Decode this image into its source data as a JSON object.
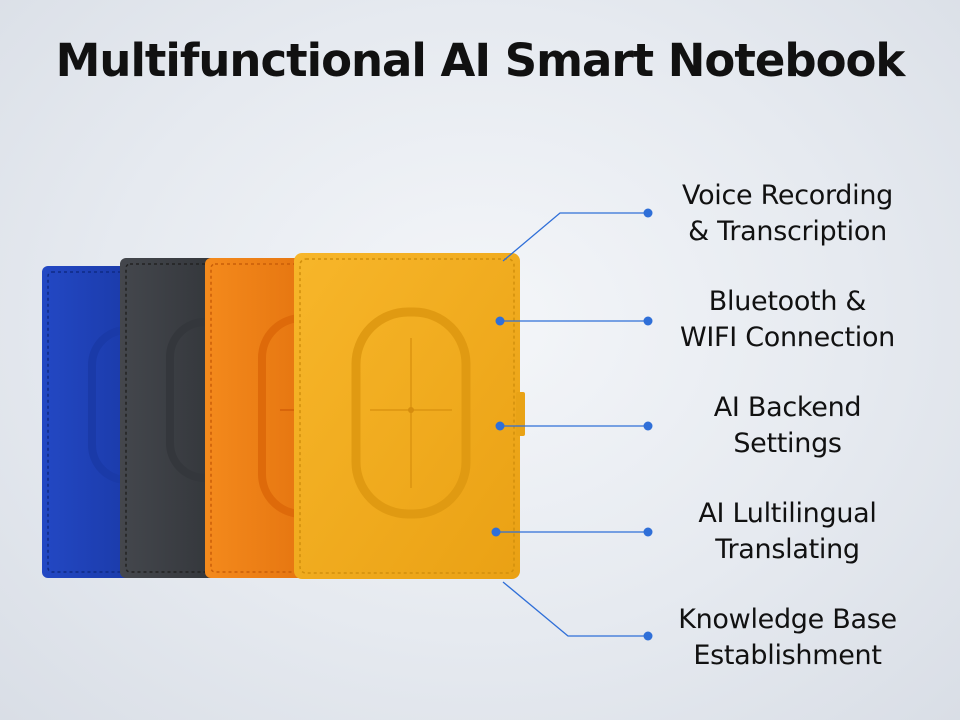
{
  "title": "Multifunctional AI Smart Notebook",
  "features": [
    {
      "line1": "Voice Recording",
      "line2": "& Transcription"
    },
    {
      "line1": "Bluetooth &",
      "line2": "WIFI Connection"
    },
    {
      "line1": "AI Backend",
      "line2": "Settings"
    },
    {
      "line1": "AI Lultilingual",
      "line2": "Translating"
    },
    {
      "line1": "Knowledge Base",
      "line2": "Establishment"
    }
  ],
  "notebook_colors": [
    "#1f3fb0",
    "#3a3d42",
    "#f08018",
    "#f5ac1e"
  ],
  "callout_color": "#2f6fd8"
}
